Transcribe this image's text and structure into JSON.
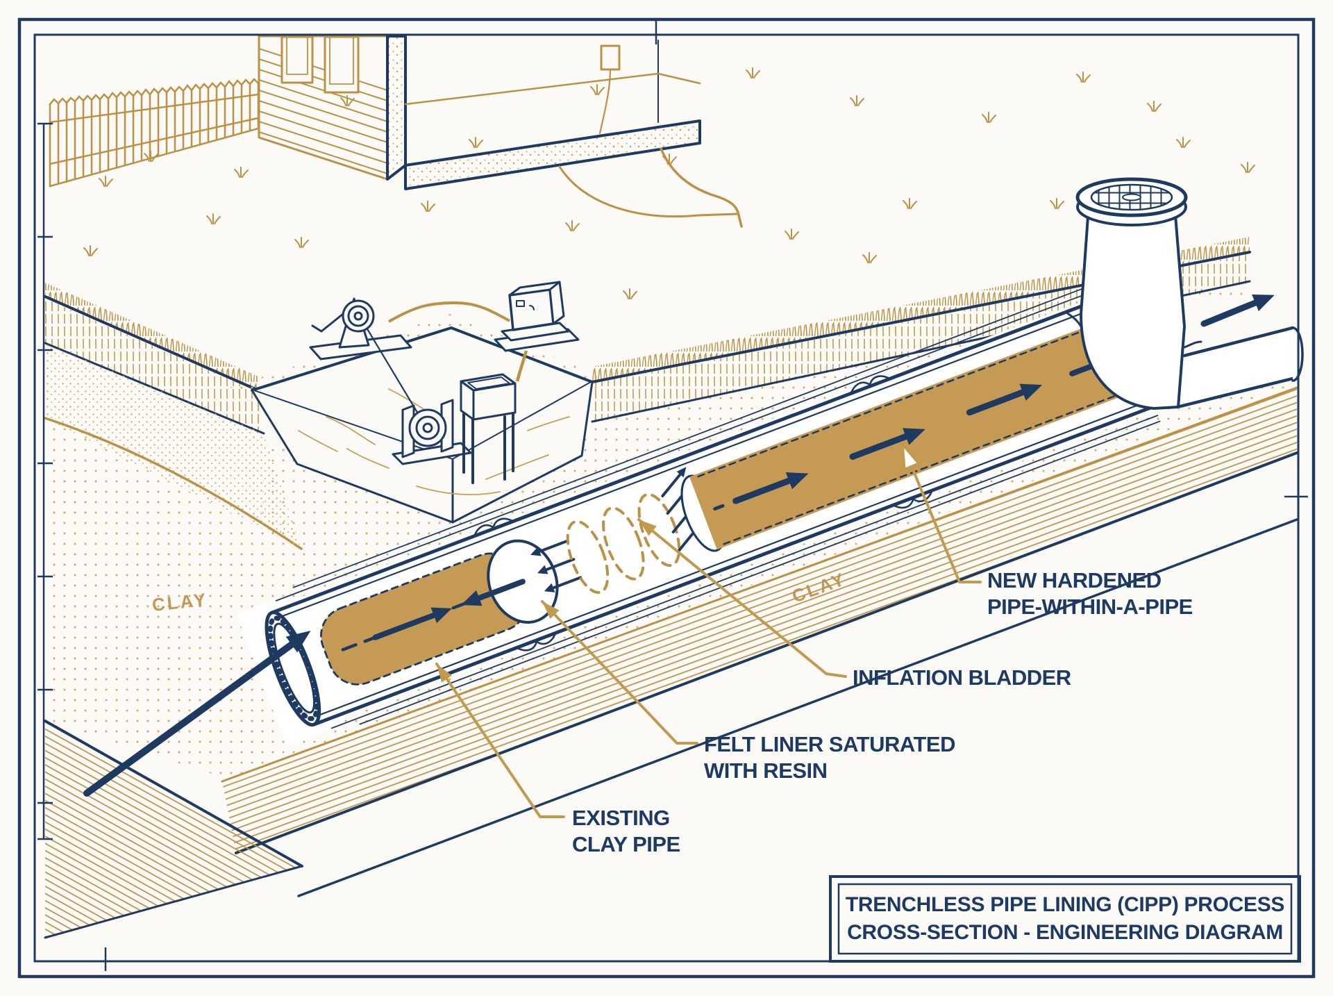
{
  "title_block": {
    "line1": "TRENCHLESS PIPE LINING (CIPP) PROCESS",
    "line2": "CROSS-SECTION - ENGINEERING DIAGRAM"
  },
  "labels": {
    "new_hardened": {
      "line1": "NEW HARDENED",
      "line2": "PIPE-WITHIN-A-PIPE"
    },
    "inflation_bladder": "INFLATION BLADDER",
    "felt_liner": {
      "line1": "FELT LINER SATURATED",
      "line2": "WITH RESIN"
    },
    "existing_pipe": {
      "line1": "EXISTING",
      "line2": "CLAY PIPE"
    },
    "soil_left": "CLAY",
    "soil_right": "CLAY"
  },
  "colors": {
    "navy": "#1f3a60",
    "gold": "#bb9145",
    "tan_liner": "#c49a55",
    "paper": "#fbfaf6"
  }
}
